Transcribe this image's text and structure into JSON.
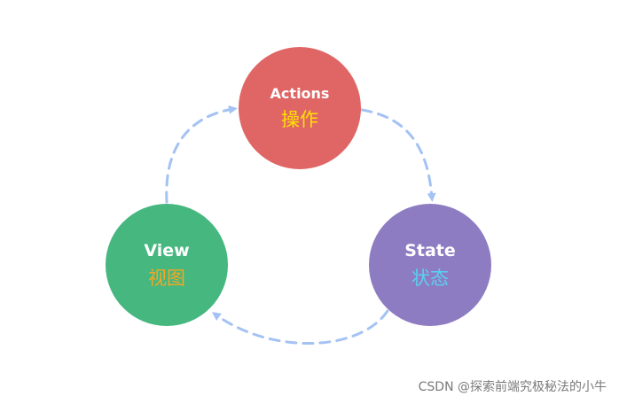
{
  "nodes": {
    "actions": {
      "label_en": "Actions",
      "label_zh": "操作",
      "fill": "#e06666",
      "zh_color": "#ffe000"
    },
    "state": {
      "label_en": "State",
      "label_zh": "状态",
      "fill": "#8e7cc3",
      "zh_color": "#5ad0f0"
    },
    "view": {
      "label_en": "View",
      "label_zh": "视图",
      "fill": "#45b77f",
      "zh_color": "#f5a623"
    }
  },
  "arrows": [
    {
      "from": "actions",
      "to": "state",
      "style": "dashed"
    },
    {
      "from": "state",
      "to": "view",
      "style": "dashed"
    },
    {
      "from": "view",
      "to": "actions",
      "style": "dashed"
    }
  ],
  "arrow_color": "#a4c2f4",
  "watermark": "CSDN @探索前端究极秘法的小牛"
}
